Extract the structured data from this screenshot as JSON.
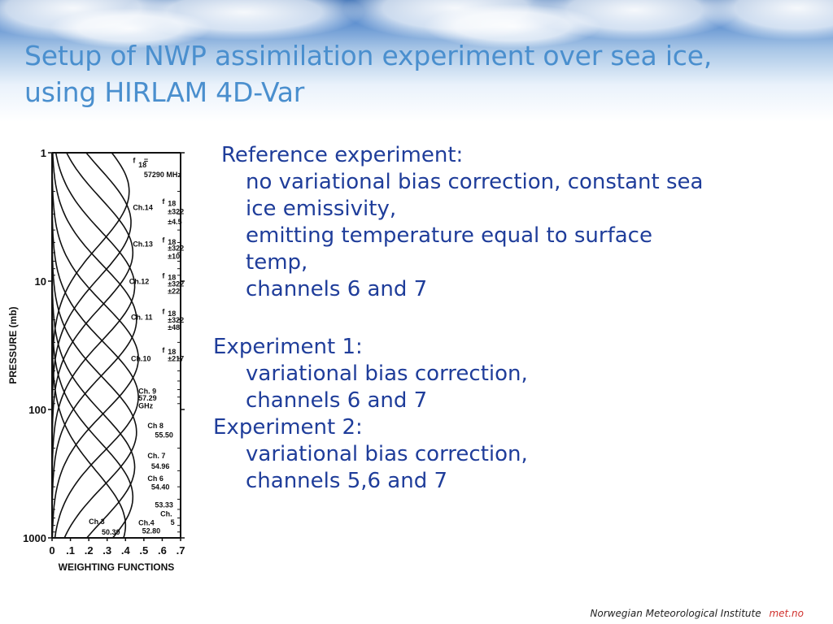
{
  "title": "Setup of NWP assimilation experiment  over sea ice, using HIRLAM 4D-Var",
  "experiments": [
    {
      "head": " Reference experiment:",
      "lines": [
        "no variational bias correction, constant sea",
        "ice emissivity,",
        "emitting temperature equal to surface",
        "temp,",
        "channels 6 and 7"
      ]
    },
    {
      "head": "Experiment 1:",
      "lines": [
        "variational bias correction,",
        "channels 6 and 7"
      ]
    },
    {
      "head": "Experiment 2:",
      "lines": [
        "variational bias correction,",
        "channels 5,6 and 7"
      ]
    }
  ],
  "footer": {
    "institute": "Norwegian Meteorological Institute",
    "brand": "met.no"
  },
  "chart_data": {
    "type": "line",
    "xlabel": "WEIGHTING FUNCTIONS",
    "ylabel": "PRESSURE (mb)",
    "xlim": [
      0,
      0.7
    ],
    "ylim": [
      1000,
      1
    ],
    "yscale": "log",
    "x_ticks": [
      "0",
      ".1",
      ".2",
      ".3",
      ".4",
      ".5",
      ".6",
      ".7"
    ],
    "y_ticks": [
      "1",
      "10",
      "100",
      "1000"
    ],
    "y_tick_values": [
      1,
      10,
      100,
      1000
    ],
    "series": [
      {
        "peak_pressure_mb": 2,
        "peak_weight": 0.42
      },
      {
        "peak_pressure_mb": 3.5,
        "peak_weight": 0.43
      },
      {
        "peak_pressure_mb": 6,
        "peak_weight": 0.44
      },
      {
        "peak_pressure_mb": 11,
        "peak_weight": 0.45
      },
      {
        "peak_pressure_mb": 20,
        "peak_weight": 0.46
      },
      {
        "peak_pressure_mb": 40,
        "peak_weight": 0.47
      },
      {
        "peak_pressure_mb": 80,
        "peak_weight": 0.47
      },
      {
        "peak_pressure_mb": 150,
        "peak_weight": 0.46
      },
      {
        "peak_pressure_mb": 280,
        "peak_weight": 0.45
      },
      {
        "peak_pressure_mb": 480,
        "peak_weight": 0.44
      },
      {
        "peak_pressure_mb": 800,
        "peak_weight": 0.4
      }
    ],
    "annotations": [
      {
        "text": "f",
        "p": 1.2,
        "w": 0.44
      },
      {
        "text": "18",
        "p": 1.3,
        "w": 0.47
      },
      {
        "text": "=",
        "p": 1.2,
        "w": 0.5
      },
      {
        "text": "57290 MHz",
        "p": 1.55,
        "w": 0.5
      },
      {
        "text": "Ch.14",
        "p": 2.8,
        "w": 0.44
      },
      {
        "text": "f",
        "p": 2.5,
        "w": 0.6
      },
      {
        "text": "18",
        "p": 2.6,
        "w": 0.63
      },
      {
        "text": "±322",
        "p": 3.0,
        "w": 0.63
      },
      {
        "text": "±4.5",
        "p": 3.6,
        "w": 0.63
      },
      {
        "text": "Ch.13",
        "p": 5.4,
        "w": 0.44
      },
      {
        "text": "f",
        "p": 5.0,
        "w": 0.6
      },
      {
        "text": "18",
        "p": 5.2,
        "w": 0.63
      },
      {
        "text": "±322",
        "p": 5.8,
        "w": 0.63
      },
      {
        "text": "±10",
        "p": 6.7,
        "w": 0.63
      },
      {
        "text": "Ch.12",
        "p": 10.5,
        "w": 0.42
      },
      {
        "text": "f",
        "p": 9.5,
        "w": 0.6
      },
      {
        "text": "18",
        "p": 9.8,
        "w": 0.63
      },
      {
        "text": "±322",
        "p": 11,
        "w": 0.63
      },
      {
        "text": "±22",
        "p": 12.5,
        "w": 0.63
      },
      {
        "text": "Ch. 11",
        "p": 20,
        "w": 0.43
      },
      {
        "text": "f",
        "p": 18,
        "w": 0.6
      },
      {
        "text": "18",
        "p": 18.7,
        "w": 0.63
      },
      {
        "text": "±322",
        "p": 21,
        "w": 0.63
      },
      {
        "text": "±48",
        "p": 24,
        "w": 0.63
      },
      {
        "text": "Ch.10",
        "p": 42,
        "w": 0.43
      },
      {
        "text": "f",
        "p": 36,
        "w": 0.6
      },
      {
        "text": "18",
        "p": 37,
        "w": 0.63
      },
      {
        "text": "±217",
        "p": 42,
        "w": 0.63
      },
      {
        "text": "Ch. 9",
        "p": 75,
        "w": 0.47
      },
      {
        "text": "57.29",
        "p": 85,
        "w": 0.47
      },
      {
        "text": "GHz",
        "p": 98,
        "w": 0.47
      },
      {
        "text": "Ch 8",
        "p": 140,
        "w": 0.52
      },
      {
        "text": "55.50",
        "p": 165,
        "w": 0.56
      },
      {
        "text": "Ch. 7",
        "p": 240,
        "w": 0.52
      },
      {
        "text": "54.96",
        "p": 290,
        "w": 0.54
      },
      {
        "text": "Ch 6",
        "p": 360,
        "w": 0.52
      },
      {
        "text": "54.40",
        "p": 420,
        "w": 0.54
      },
      {
        "text": "53.33",
        "p": 580,
        "w": 0.56
      },
      {
        "text": "Ch.",
        "p": 680,
        "w": 0.59
      },
      {
        "text": "5",
        "p": 790,
        "w": 0.645
      },
      {
        "text": "Ch.3",
        "p": 780,
        "w": 0.2
      },
      {
        "text": "Ch.4",
        "p": 800,
        "w": 0.47
      },
      {
        "text": "50.30",
        "p": 940,
        "w": 0.27
      },
      {
        "text": "52.80",
        "p": 920,
        "w": 0.49
      }
    ]
  }
}
